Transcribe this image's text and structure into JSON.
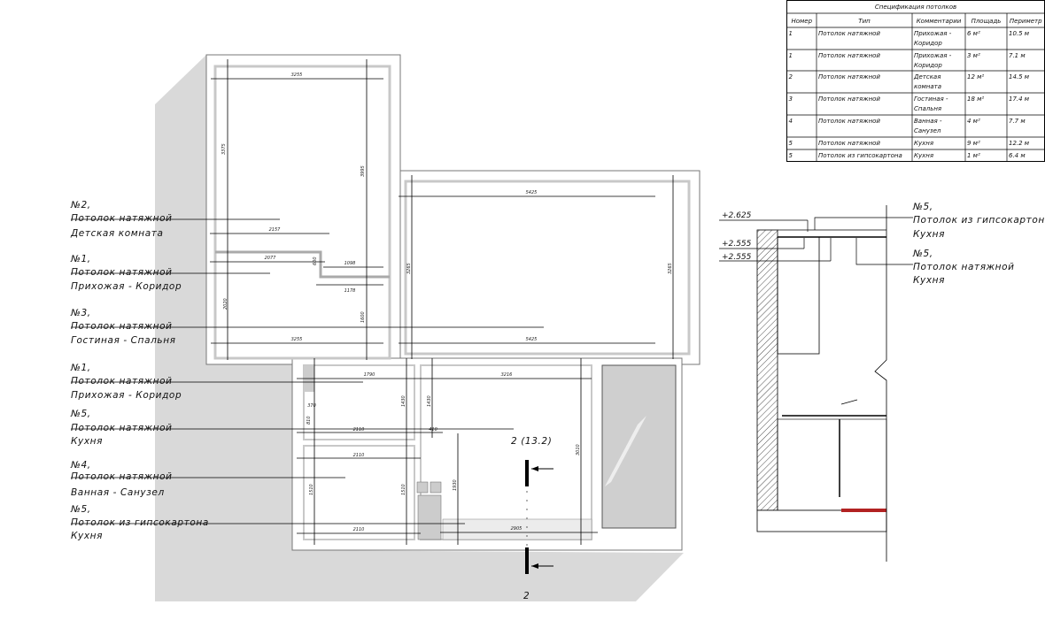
{
  "spec_table": {
    "title": "Спецификация потолков",
    "headers": [
      "Номер",
      "Тип",
      "Комментарии",
      "Площадь",
      "Периметр"
    ],
    "rows": [
      {
        "num": "1",
        "type": "Потолок натяжной",
        "comment1": "Прихожая -",
        "comment2": "Коридор",
        "area": "6 м²",
        "perimeter": "10.5 м"
      },
      {
        "num": "1",
        "type": "Потолок натяжной",
        "comment1": "Прихожая -",
        "comment2": "Коридор",
        "area": "3 м²",
        "perimeter": "7.1 м"
      },
      {
        "num": "2",
        "type": "Потолок натяжной",
        "comment1": "Детская",
        "comment2": "комната",
        "area": "12 м²",
        "perimeter": "14.5 м"
      },
      {
        "num": "3",
        "type": "Потолок натяжной",
        "comment1": "Гостиная -",
        "comment2": "Спальня",
        "area": "18 м²",
        "perimeter": "17.4 м"
      },
      {
        "num": "4",
        "type": "Потолок натяжной",
        "comment1": "Ванная -",
        "comment2": "Санузел",
        "area": "4 м²",
        "perimeter": "7.7 м"
      },
      {
        "num": "5",
        "type": "Потолок натяжной",
        "comment1": "Кухня",
        "comment2": "",
        "area": "9 м²",
        "perimeter": "12.2 м"
      },
      {
        "num": "5",
        "type": "Потолок из гипсокартона",
        "comment1": "Кухня",
        "comment2": "",
        "area": "1 м²",
        "perimeter": "6.4 м"
      }
    ]
  },
  "plan_labels": [
    {
      "num": "№2,",
      "type": "Потолок натяжной",
      "room": "Детская комната"
    },
    {
      "num": "№1,",
      "type": "Потолок натяжной",
      "room": "Прихожая - Коридор"
    },
    {
      "num": "№3,",
      "type": "Потолок натяжной",
      "room": "Гостиная - Спальня"
    },
    {
      "num": "№1,",
      "type": "Потолок натяжной",
      "room": "Прихожая - Коридор"
    },
    {
      "num": "№5,",
      "type": "Потолок натяжной",
      "room": "Кухня"
    },
    {
      "num": "№4,",
      "type": "Потолок натяжной",
      "room": "Ванная - Санузел"
    },
    {
      "num": "№5,",
      "type": "Потолок из гипсокартона",
      "room": "Кухня"
    }
  ],
  "section_labels": [
    {
      "num": "№5,",
      "type": "Потолок из гипсокартона",
      "room": "Кухня"
    },
    {
      "num": "№5,",
      "type": "Потолок натяжной",
      "room": "Кухня"
    }
  ],
  "levels": [
    "+2.625",
    "+2.555",
    "+2.555"
  ],
  "section_mark": {
    "label": "2 (13.2)",
    "number": "2"
  },
  "dims": [
    "3255",
    "3375",
    "3995",
    "2157",
    "2077",
    "600",
    "1098",
    "1178",
    "2020",
    "1600",
    "3255",
    "5425",
    "3265",
    "3265",
    "5425",
    "1790",
    "3216",
    "1430",
    "1430",
    "2110",
    "2110",
    "2110",
    "1510",
    "1510",
    "1930",
    "2905",
    "3010",
    "410",
    "370",
    "810"
  ],
  "colors": {
    "shadow": "#d9d9d9",
    "wall": "#c8c8c8",
    "accent_red": "#b22222"
  }
}
